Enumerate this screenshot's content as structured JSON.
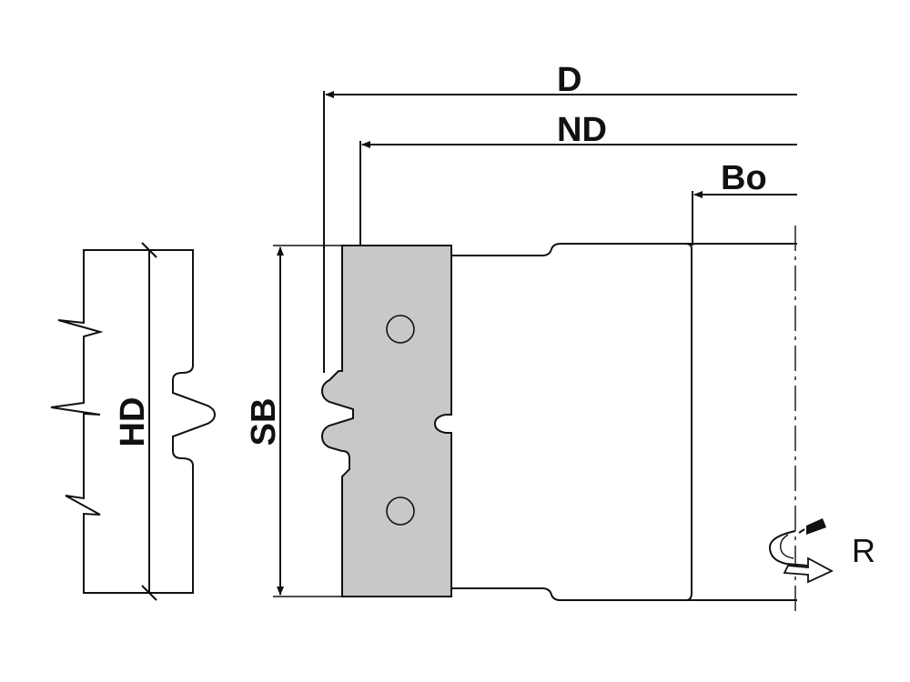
{
  "labels": {
    "d": "D",
    "nd": "ND",
    "bo": "Bo",
    "hd": "HD",
    "sb": "SB",
    "r": "R"
  },
  "colors": {
    "line": "#111111",
    "knife_fill": "#c8c8c8",
    "background": "#ffffff"
  }
}
